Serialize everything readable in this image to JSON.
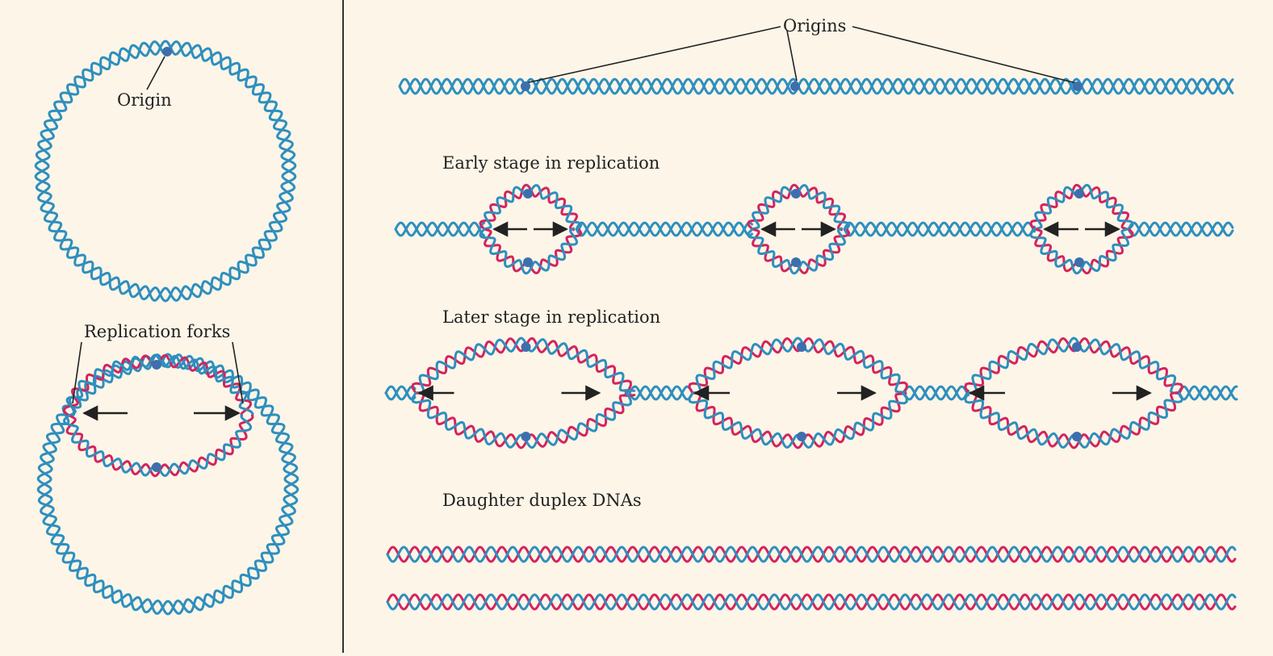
{
  "colors": {
    "background": "#fcf5e8",
    "parental_strand": "#2e8fbe",
    "daughter_strand": "#d4245e",
    "origin_dot": "#3d6fae",
    "line": "#222222",
    "divider": "#333333"
  },
  "left_panel": {
    "origin_label": "Origin",
    "forks_label": "Replication forks"
  },
  "right_panel": {
    "origins_label": "Origins",
    "early_label": "Early stage in replication",
    "later_label": "Later stage in replication",
    "daughter_label": "Daughter duplex DNAs"
  }
}
